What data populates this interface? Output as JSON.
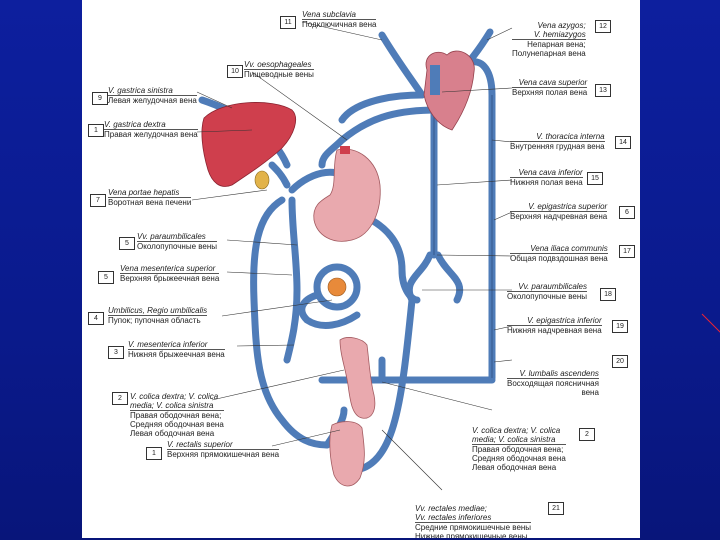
{
  "labels": [
    {
      "num": "11",
      "en": "Vena subclavia",
      "ru": "Подключичная вена"
    },
    {
      "num": "12",
      "en": "Vena azygos;\nV. hemiazygos",
      "ru": "Непарная вена;\nПолунепарная вена"
    },
    {
      "num": "10",
      "en": "Vv. oesophageales",
      "ru": "Пищеводные вены"
    },
    {
      "num": "9",
      "en": "V. gastrica sinistra",
      "ru": "Левая желудочная вена"
    },
    {
      "num": "13",
      "en": "Vena cava superior",
      "ru": "Верхняя полая вена"
    },
    {
      "num": "1",
      "en": "V. gastrica dextra",
      "ru": "Правая желудочная вена"
    },
    {
      "num": "14",
      "en": "V. thoracica interna",
      "ru": "Внутренняя грудная вена"
    },
    {
      "num": "15",
      "en": "Vena cava inferior",
      "ru": "Нижняя полая вена"
    },
    {
      "num": "7",
      "en": "Vena portae hepatis",
      "ru": "Воротная вена печени"
    },
    {
      "num": "6",
      "en": "V. epigastrica superior",
      "ru": "Верхняя надчревная вена"
    },
    {
      "num": "5",
      "en": "Vv. paraumbilicales",
      "ru": "Околопупочные вены"
    },
    {
      "num": "17",
      "en": "Vena iliaca communis",
      "ru": "Общая подвздошная вена"
    },
    {
      "num": "5",
      "en": "Vena mesenterica superior",
      "ru": "Верхняя брыжеечная вена"
    },
    {
      "num": "18",
      "en": "Vv. paraumbilicales",
      "ru": "Околопупочные вены"
    },
    {
      "num": "4",
      "en": "Umbilicus, Regio umbilicalis",
      "ru": "Пупок; пупочная область"
    },
    {
      "num": "19",
      "en": "V. epigastrica inferior",
      "ru": "Нижняя надчревная вена"
    },
    {
      "num": "3",
      "en": "V. mesenterica inferior",
      "ru": "Нижняя брыжеечная вена"
    },
    {
      "num": "20",
      "en": "V. lumbalis ascendens",
      "ru": "Восходящая поясничная\nвена"
    },
    {
      "num": "2",
      "en": "V. colica dextra; V. colica\nmedia; V. colica sinistra",
      "ru": "Правая ободочная вена;\nСредняя ободочная вена\nЛевая ободочная вена"
    },
    {
      "num": "2",
      "en": "V. colica dextra; V. colica\nmedia; V. colica sinistra",
      "ru": "Правая ободочная вена;\nСредняя ободочная вена\nЛевая ободочная вена"
    },
    {
      "num": "1",
      "en": "V. rectalis superior",
      "ru": "Верхняя прямокишечная вена"
    },
    {
      "num": "21",
      "en": "Vv. rectales mediae;\nVv. rectales inferiores",
      "ru": "Средние прямокишечные вены\nНижние прямокишечные вены"
    }
  ],
  "colors": {
    "vein": "#4f7cb8",
    "vein_dark": "#3a5f93",
    "liver": "#cf3f4d",
    "organ": "#e9a9ae",
    "heart": "#d8808d",
    "background": "#0a1a8c",
    "sheet": "#ffffff"
  }
}
